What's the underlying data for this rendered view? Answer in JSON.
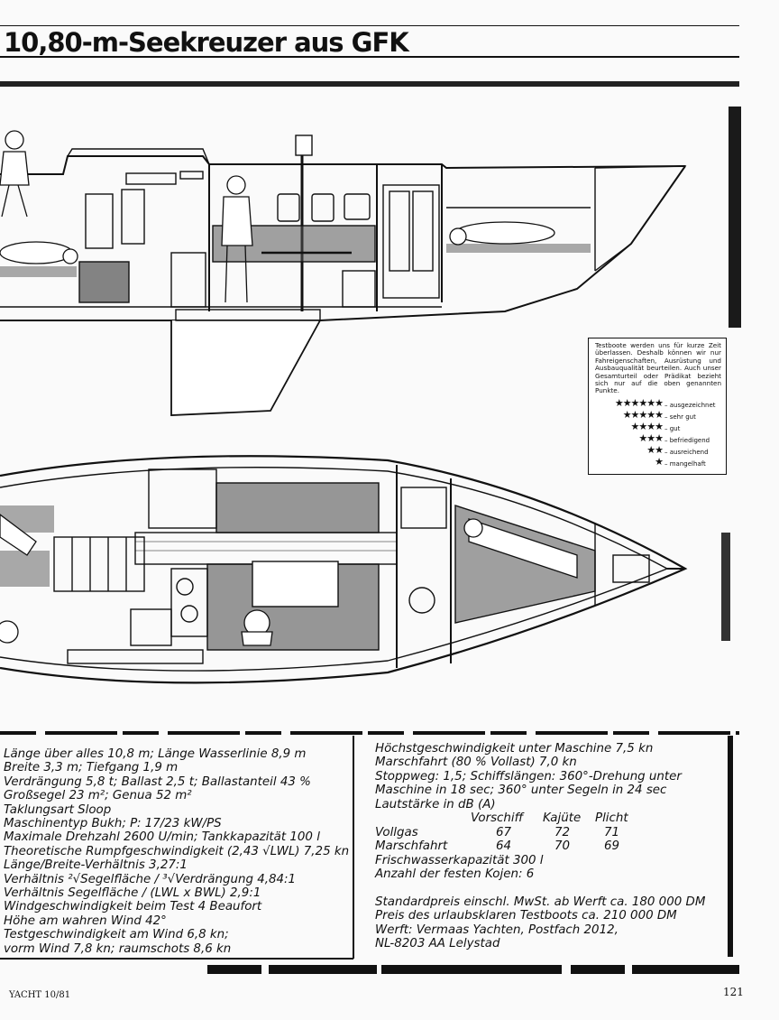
{
  "header": {
    "title": "10,80-m-Seekreuzer aus GFK"
  },
  "legend": {
    "note": "Testboote werden uns für kurze Zeit überlassen. Deshalb können wir nur Fahreigenschaften, Ausrüstung und Ausbauqualität beurteilen. Auch unser Gesamturteil oder Prädikat bezieht sich nur auf die oben genannten Punkte.",
    "ratings": [
      {
        "stars": "★★★★★★",
        "label": "– ausgezeichnet"
      },
      {
        "stars": "★★★★★",
        "label": "– sehr gut"
      },
      {
        "stars": "★★★★",
        "label": "– gut"
      },
      {
        "stars": "★★★",
        "label": "– befriedigend"
      },
      {
        "stars": "★★",
        "label": "– ausreichend"
      },
      {
        "stars": "★",
        "label": "– mangelhaft"
      }
    ]
  },
  "specs_left": [
    "Länge über alles 10,8 m; Länge Wasserlinie 8,9 m",
    "Breite 3,3 m; Tiefgang 1,9 m",
    "Verdrängung 5,8 t; Ballast 2,5 t; Ballastanteil 43 %",
    "Großsegel 23 m²; Genua 52 m²",
    "Taklungsart Sloop",
    "Maschinentyp Bukh; P: 17/23 kW/PS",
    "Maximale Drehzahl 2600 U/min; Tankkapazität 100 l",
    "Theoretische Rumpfgeschwindigkeit (2,43 √LWL) 7,25 kn",
    "Länge/Breite-Verhältnis 3,27:1",
    "Verhältnis ²√Segelfläche / ³√Verdrängung 4,84:1",
    "Verhältnis Segelfläche / (LWL x BWL) 2,9:1",
    "Windgeschwindigkeit beim Test 4 Beaufort",
    "Höhe am wahren Wind 42°",
    "Testgeschwindigkeit am Wind 6,8 kn;",
    "vorm Wind 7,8 kn; raumschots 8,6 kn"
  ],
  "specs_right": {
    "lines_top": [
      "Höchstgeschwindigkeit unter Maschine 7,5 kn",
      "Marschfahrt (80 % Vollast) 7,0 kn",
      "Stoppweg: 1,5; Schiffslängen: 360°-Drehung unter",
      "Maschine in 18 sec; 360° unter Segeln in 24 sec",
      "Lautstärke in dB (A)"
    ],
    "noise_table": {
      "headers": [
        "Vorschiff",
        "Kajüte",
        "Plicht"
      ],
      "rows": [
        {
          "label": "Vollgas",
          "values": [
            "67",
            "72",
            "71"
          ]
        },
        {
          "label": "Marschfahrt",
          "values": [
            "64",
            "70",
            "69"
          ]
        }
      ]
    },
    "lines_bottom": [
      "Frischwasserkapazität 300 l",
      "Anzahl der festen Kojen: 6"
    ],
    "price_lines": [
      "Standardpreis einschl. MwSt. ab Werft ca. 180 000 DM",
      "Preis des urlaubsklaren Testboots ca. 210 000 DM",
      "Werft: Vermaas Yachten, Postfach 2012,",
      "NL-8203 AA Lelystad"
    ]
  },
  "footer": {
    "magazine": "YACHT 10/81",
    "page_number": "121"
  }
}
